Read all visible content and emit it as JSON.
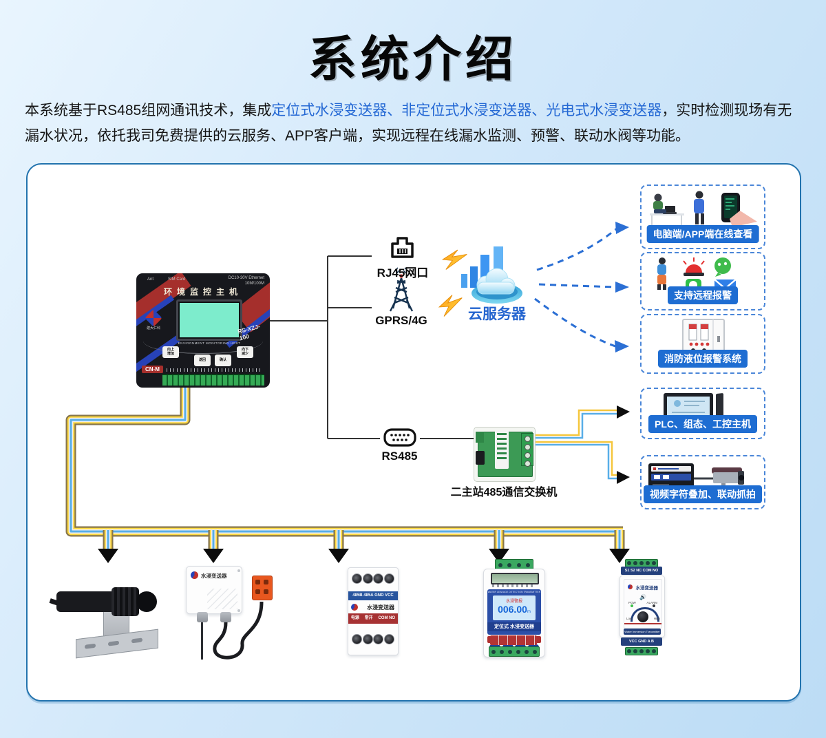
{
  "title": "系统介绍",
  "intro": {
    "pre": "本系统基于RS485组网通讯技术，集成",
    "highlight": "定位式水浸变送器、非定位式水浸变送器、光电式水浸变送器",
    "post": "，实时检测现场有无漏水状况，依托我司免费提供的云服务、APP客户端，实现远程在线漏水监测、预警、联动水阀等功能。"
  },
  "diagram": {
    "rj45_label": "RJ45网口",
    "gprs_label": "GPRS/4G",
    "cloud_label": "云服务器",
    "rs485_label": "RS485",
    "switch_label": "二主站485通信交换机",
    "feature_boxes": [
      {
        "label": "电脑端/APP端在线查看"
      },
      {
        "label": "支持远程报警"
      },
      {
        "label": "消防液位报警系统"
      },
      {
        "label": "PLC、组态、工控主机"
      },
      {
        "label": "视频字符叠加、联动抓拍"
      }
    ]
  },
  "host": {
    "ant": "Ant",
    "sim": "SIM Card",
    "power": "DC10-30V  Ethernet",
    "speed": "10M/100M",
    "name": "环境监控主机",
    "subtitle": "ENVIRONMENT MONITORING HOST",
    "model": "RS-XZJ-100",
    "brand": "建大仁科",
    "corner": "CN-M",
    "btn_up_1": "向上",
    "btn_up_2": "增加",
    "btn_back": "返回",
    "btn_ok": "确认",
    "btn_down_1": "向下",
    "btn_down_2": "减少"
  },
  "sensors": {
    "box_transmitter": {
      "name": "水浸变送器"
    },
    "din_module": {
      "top_labels": "485B   485A   GND   VCC",
      "name": "水浸变送器",
      "power": "电源",
      "relay": "常开",
      "comno": "COM  NO"
    },
    "lcd_unit": {
      "header": "WATER LEAKAGE DETECTION TRANSMITTER",
      "alarm": "水浸警报",
      "value": "006.00",
      "unit": "m",
      "name": "定位式 水浸变送器"
    },
    "alarm_unit": {
      "top_strip": "S1  S2  NC  COM NO",
      "name": "水浸变送器",
      "pow": "POW",
      "alarm": "ALARM",
      "low": "Low",
      "high": "High",
      "subtitle": "Water Immersion Transmitter",
      "bottom_strip": "VCC  GND   A    B"
    }
  },
  "colors": {
    "accent_blue": "#1e6dd2",
    "panel_border": "#2273ae",
    "highlight_text": "#2468d4",
    "wire_yellow": "#f5c63c",
    "wire_blue": "#58aee8",
    "cloud_blue": "#2364cf"
  }
}
